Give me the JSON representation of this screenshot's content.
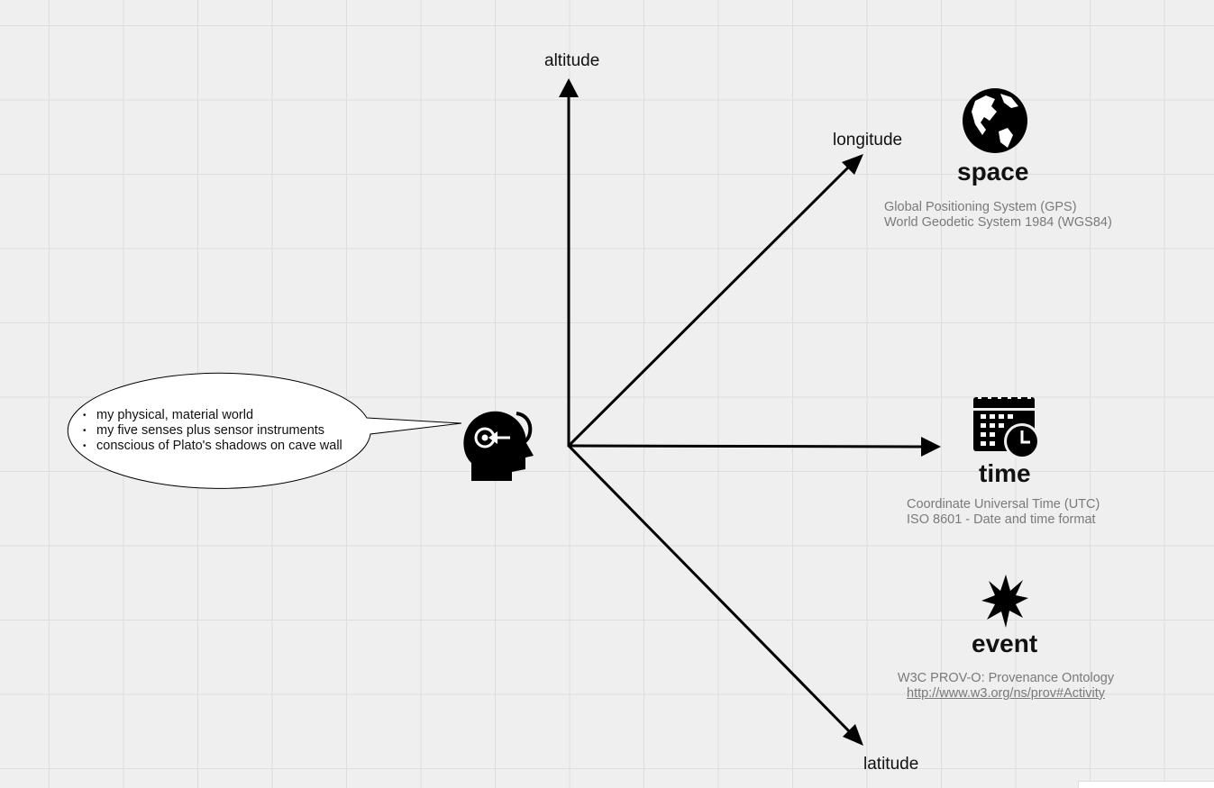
{
  "axes": {
    "altitude": "altitude",
    "longitude": "longitude",
    "latitude": "latitude"
  },
  "space": {
    "title": "space",
    "icon": "globe-icon",
    "notes": [
      "Global Positioning System (GPS)",
      "World Geodetic System 1984 (WGS84)"
    ]
  },
  "time": {
    "title": "time",
    "icon": "calendar-clock-icon",
    "notes": [
      "Coordinate Universal Time (UTC)",
      "ISO 8601 - Date and time format"
    ]
  },
  "event": {
    "title": "event",
    "icon": "burst-icon",
    "notes": [
      "W3C PROV-O: Provenance Ontology"
    ],
    "link": "http://www.w3.org/ns/prov#Activity"
  },
  "observer": {
    "icon": "head-profile-icon",
    "speech": [
      "my physical, material world",
      "my five senses plus sensor instruments",
      "conscious of Plato's shadows on cave wall"
    ]
  },
  "colors": {
    "stroke": "#000000",
    "note_text": "#7a7a7a",
    "grid": "#dddddd",
    "background": "#efefef"
  }
}
